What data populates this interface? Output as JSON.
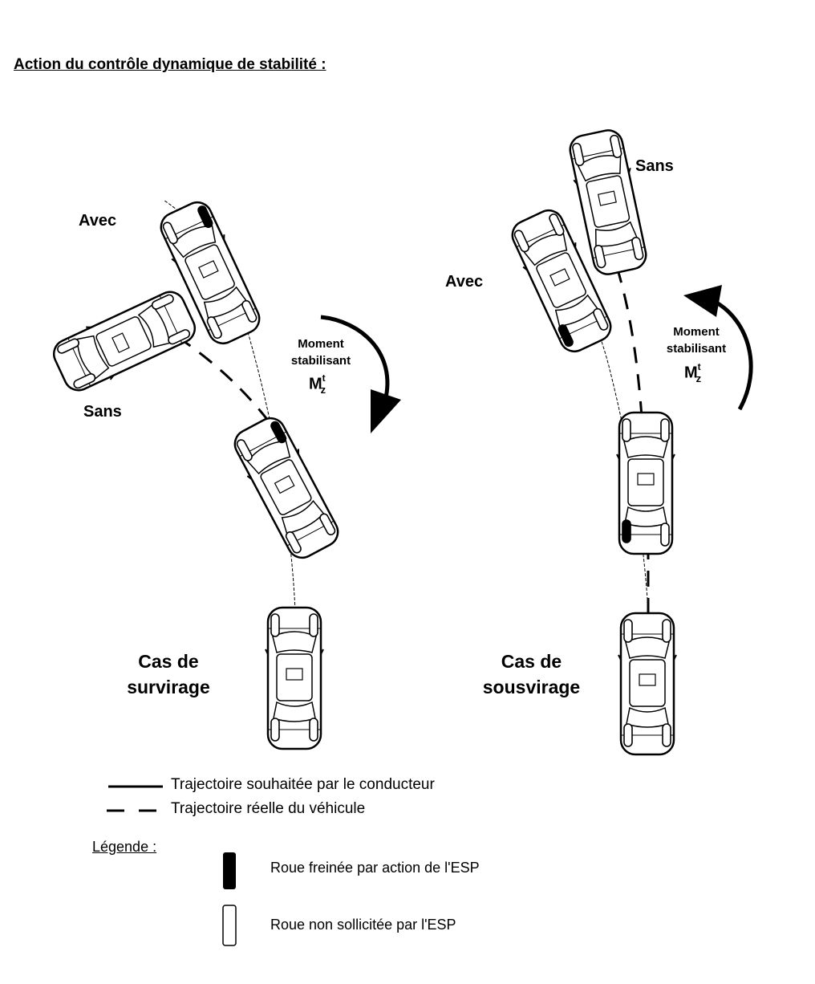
{
  "title": "Action du contrôle dynamique de stabilité :",
  "left": {
    "avec": "Avec",
    "sans": "Sans",
    "moment_line1": "Moment",
    "moment_line2": "stabilisant",
    "case_line1": "Cas de",
    "case_line2": "survirage"
  },
  "right": {
    "avec": "Avec",
    "sans": "Sans",
    "moment_line1": "Moment",
    "moment_line2": "stabilisant",
    "case_line1": "Cas de",
    "case_line2": "sousvirage"
  },
  "moment_symbol": {
    "base": "M",
    "sup": "t",
    "sub": "z"
  },
  "lines_legend": {
    "solid": "Trajectoire souhaitée par le conducteur",
    "dashed": "Trajectoire réelle du véhicule"
  },
  "legend": {
    "title": "Légende :",
    "braked": "Roue freinée par action de l'ESP",
    "unused": "Roue non sollicitée par l'ESP"
  }
}
